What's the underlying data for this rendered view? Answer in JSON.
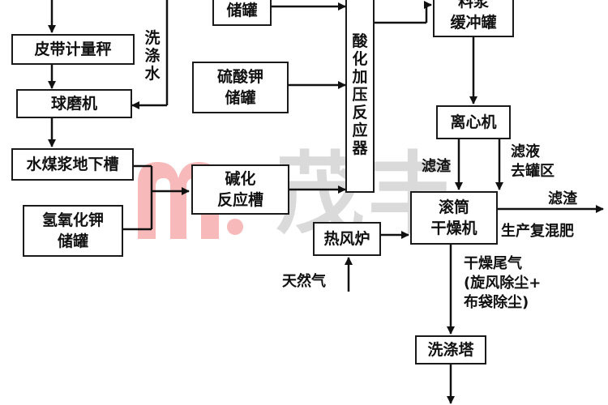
{
  "watermark": "茂丰",
  "nodes": {
    "belt_scale": "皮带计量秤",
    "ball_mill": "球磨机",
    "slurry_tank": "水煤浆地下槽",
    "koh_tank": "氢氧化钾\n储罐",
    "top_storage": "储罐",
    "k2so4_tank": "硫酸钾\n储罐",
    "alkali_reactor": "碱化\n反应槽",
    "acid_reactor": "酸化加压反应器",
    "buffer_tank": "料浆\n缓冲罐",
    "centrifuge": "离心机",
    "rotary_dryer": "滚筒\n干燥机",
    "hot_air_furnace": "热风炉",
    "washing_tower": "洗涤塔"
  },
  "labels": {
    "wash_water": "洗涤水",
    "filter_residue": "滤渣",
    "filtrate": "滤液\n去罐区",
    "filter_residue_right": "滤渣",
    "compound_fertilizer": "生产复混肥",
    "natural_gas": "天然气",
    "dryer_exhaust": "干燥尾气\n(旋风除尘+\n布袋除尘)"
  }
}
